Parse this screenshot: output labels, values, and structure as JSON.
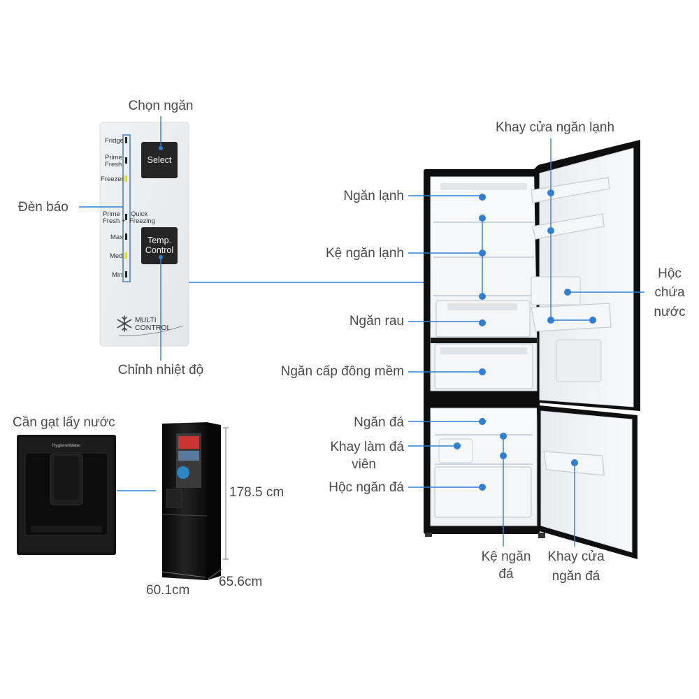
{
  "panel": {
    "select_button": "Select",
    "temp_button_line1": "Temp.",
    "temp_button_line2": "Control",
    "mode_fridge": "Fridge",
    "mode_prime_fresh_line1": "Prime",
    "mode_prime_fresh_line2": "Fresh",
    "mode_freezer": "Freezer",
    "mode_prime_fresh_plus_line1": "Prime",
    "mode_prime_fresh_plus_line2": "Fresh +",
    "mode_quick_line1": "Quick",
    "mode_quick_line2": "Freezing",
    "level_max": "Max",
    "level_med": "Med",
    "level_min": "Min",
    "brand_line1": "MULTI",
    "brand_line2": "CONTROL",
    "led_on_color": "#e6dc1e",
    "led_off_color": "#222222"
  },
  "labels": {
    "chon_ngan": "Chọn ngăn",
    "den_bao": "Đèn báo",
    "chinh_nhiet_do": "Chỉnh nhiệt độ",
    "can_gat": "Cần gạt lấy nước",
    "ngan_lanh": "Ngăn lạnh",
    "ke_ngan_lanh": "Kệ ngăn lạnh",
    "ngan_rau": "Ngăn rau",
    "ngan_cap_dong_mem": "Ngăn cấp đông mềm",
    "ngan_da": "Ngăn đá",
    "khay_lam_da_line1": "Khay làm đá",
    "khay_lam_da_line2": "viên",
    "hoc_ngan_da": "Hộc ngăn đá",
    "khay_cua_ngan_lanh": "Khay cửa ngăn lạnh",
    "hoc_chua_nuoc_line1": "Hộc",
    "hoc_chua_nuoc_line2": "chứa",
    "hoc_chua_nuoc_line3": "nước",
    "ke_ngan_da_line1": "Kệ ngăn",
    "ke_ngan_da_line2": "đá",
    "khay_cua_ngan_da_line1": "Khay cửa",
    "khay_cua_ngan_da_line2": "ngăn đá"
  },
  "dispenser": {
    "brand": "HygieneWater"
  },
  "dimensions": {
    "height": "178.5 cm",
    "width": "60.1cm",
    "depth": "65.6cm"
  },
  "colors": {
    "callout": "#2f7fd6",
    "fridge_body": "#111111"
  }
}
